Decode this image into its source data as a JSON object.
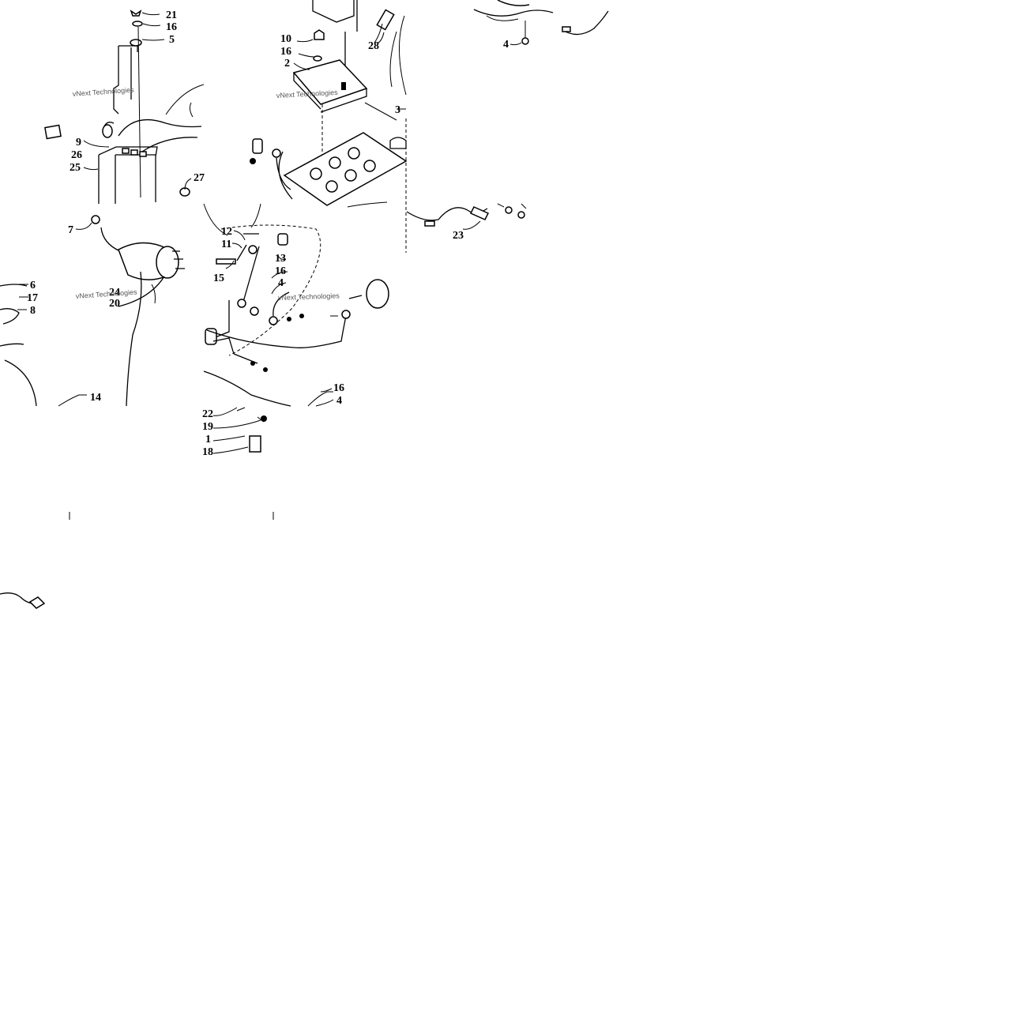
{
  "diagram": {
    "callouts": {
      "c21": "21",
      "c16a": "16",
      "c5": "5",
      "c9": "9",
      "c26": "26",
      "c25": "25",
      "c27": "27",
      "c10": "10",
      "c16b": "16",
      "c2": "2",
      "c28": "28",
      "c3": "3",
      "c4a": "4",
      "c23": "23",
      "c7": "7",
      "c24": "24",
      "c20": "20",
      "c6": "6",
      "c17": "17",
      "c8": "8",
      "c14": "14",
      "c12": "12",
      "c11": "11",
      "c15": "15",
      "c13": "13",
      "c16c": "16",
      "c4b": "4",
      "c16d": "16",
      "c4c": "4",
      "c22": "22",
      "c19": "19",
      "c1": "1",
      "c18": "18"
    },
    "watermark": "vNext Technologies"
  }
}
